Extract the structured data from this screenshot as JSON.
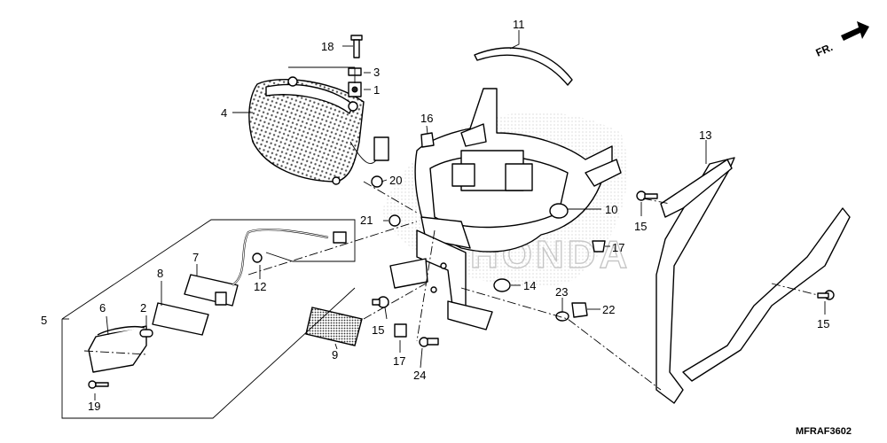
{
  "direction_indicator": {
    "label": "FR."
  },
  "drawing_code": "MFRAF3602",
  "callouts": [
    {
      "id": "c1",
      "label": "1"
    },
    {
      "id": "c2",
      "label": "2"
    },
    {
      "id": "c3",
      "label": "3"
    },
    {
      "id": "c4",
      "label": "4"
    },
    {
      "id": "c5",
      "label": "5"
    },
    {
      "id": "c6",
      "label": "6"
    },
    {
      "id": "c7",
      "label": "7"
    },
    {
      "id": "c8",
      "label": "8"
    },
    {
      "id": "c9",
      "label": "9"
    },
    {
      "id": "c10",
      "label": "10"
    },
    {
      "id": "c11",
      "label": "11"
    },
    {
      "id": "c12",
      "label": "12"
    },
    {
      "id": "c13",
      "label": "13"
    },
    {
      "id": "c14",
      "label": "14"
    },
    {
      "id": "c15a",
      "label": "15"
    },
    {
      "id": "c15b",
      "label": "15"
    },
    {
      "id": "c15c",
      "label": "15"
    },
    {
      "id": "c16",
      "label": "16"
    },
    {
      "id": "c17a",
      "label": "17"
    },
    {
      "id": "c17b",
      "label": "17"
    },
    {
      "id": "c18",
      "label": "18"
    },
    {
      "id": "c19",
      "label": "19"
    },
    {
      "id": "c20",
      "label": "20"
    },
    {
      "id": "c21",
      "label": "21"
    },
    {
      "id": "c22",
      "label": "22"
    },
    {
      "id": "c23",
      "label": "23"
    },
    {
      "id": "c24",
      "label": "24"
    }
  ],
  "watermark_text": "HONDA"
}
